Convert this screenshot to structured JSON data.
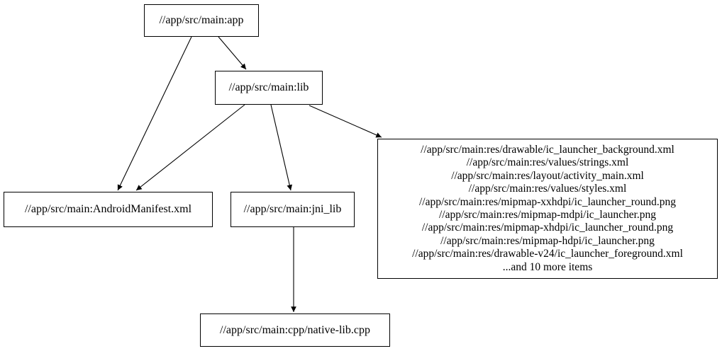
{
  "graph": {
    "type": "dependency-graph",
    "background_color": "#ffffff",
    "node_border_color": "#000000",
    "edge_color": "#000000",
    "text_color": "#000000",
    "nodes": {
      "app": {
        "label": "//app/src/main:app"
      },
      "lib": {
        "label": "//app/src/main:lib"
      },
      "android_manifest": {
        "label": "//app/src/main:AndroidManifest.xml"
      },
      "jni_lib": {
        "label": "//app/src/main:jni_lib"
      },
      "resources": {
        "lines": [
          "//app/src/main:res/drawable/ic_launcher_background.xml",
          "//app/src/main:res/values/strings.xml",
          "//app/src/main:res/layout/activity_main.xml",
          "//app/src/main:res/values/styles.xml",
          "//app/src/main:res/mipmap-xxhdpi/ic_launcher_round.png",
          "//app/src/main:res/mipmap-mdpi/ic_launcher.png",
          "//app/src/main:res/mipmap-xhdpi/ic_launcher_round.png",
          "//app/src/main:res/mipmap-hdpi/ic_launcher.png",
          "//app/src/main:res/drawable-v24/ic_launcher_foreground.xml",
          "...and 10 more items"
        ]
      },
      "native_lib_cpp": {
        "label": "//app/src/main:cpp/native-lib.cpp"
      }
    },
    "edges": [
      {
        "from": "app",
        "to": "lib"
      },
      {
        "from": "app",
        "to": "android_manifest"
      },
      {
        "from": "lib",
        "to": "android_manifest"
      },
      {
        "from": "lib",
        "to": "jni_lib"
      },
      {
        "from": "lib",
        "to": "resources"
      },
      {
        "from": "jni_lib",
        "to": "native_lib_cpp"
      }
    ]
  }
}
